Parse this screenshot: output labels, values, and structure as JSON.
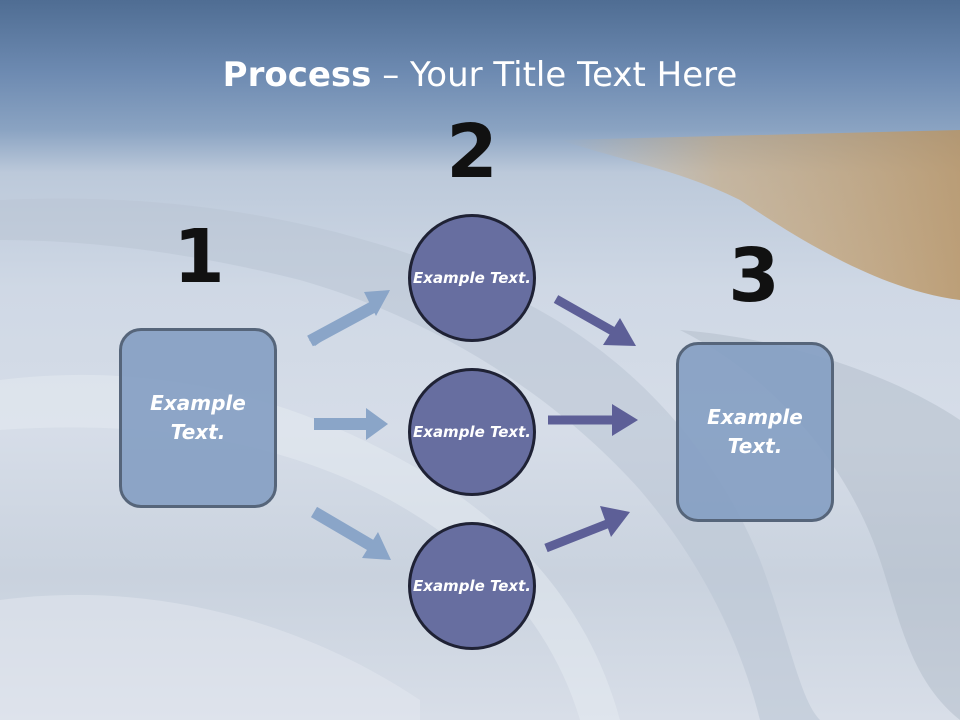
{
  "title": {
    "bold": "Process",
    "separator": " – ",
    "rest": "Your Title Text Here"
  },
  "steps": [
    {
      "number": "1",
      "label": "Example Text."
    },
    {
      "number": "2",
      "labels": [
        "Example Text.",
        "Example Text.",
        "Example Text."
      ]
    },
    {
      "number": "3",
      "label": "Example Text."
    }
  ],
  "colors": {
    "box_fill": "#85a0c3",
    "circle_fill": "#676ea0",
    "arrow_in": "#8aa5c8",
    "arrow_out": "#5d5f97"
  }
}
